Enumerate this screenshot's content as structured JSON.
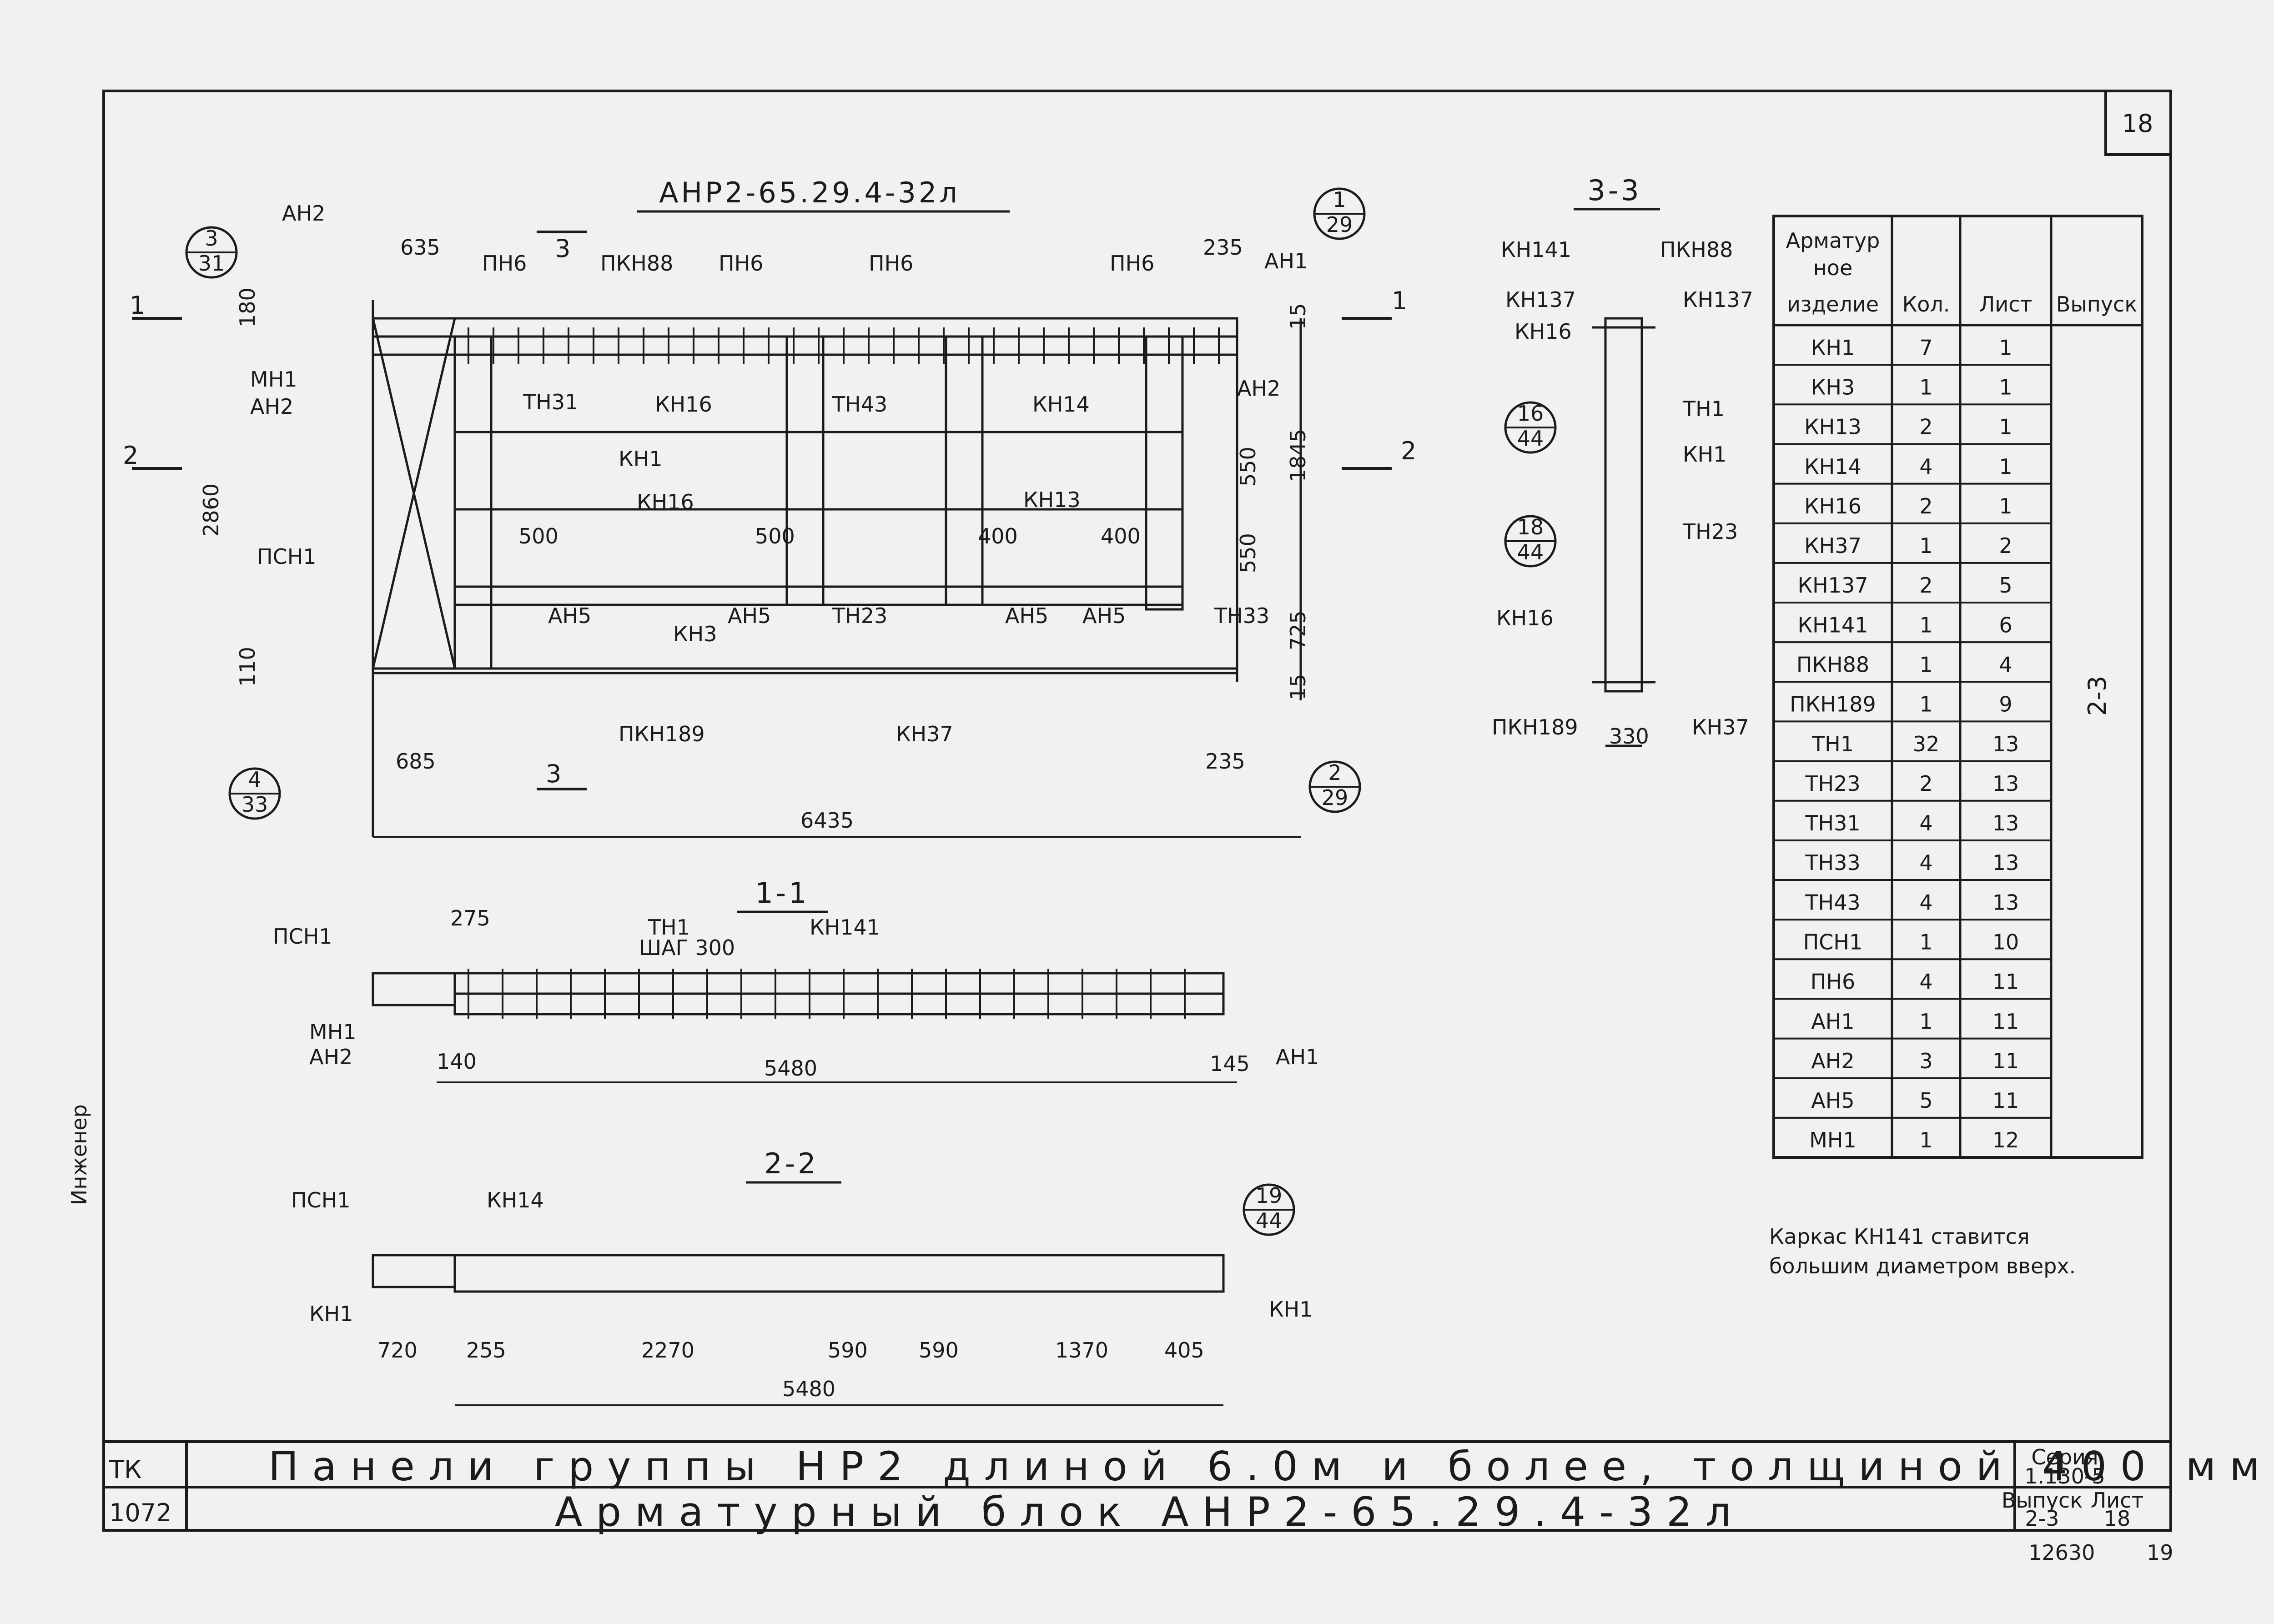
{
  "sheet_number": "18",
  "main_view": {
    "title": "АНР2-65.29.4-32л",
    "callouts": [
      {
        "top": "3",
        "bottom": "31"
      },
      {
        "top": "1",
        "bottom": "29"
      },
      {
        "top": "4",
        "bottom": "33"
      },
      {
        "top": "2",
        "bottom": "29"
      }
    ],
    "section_marks": {
      "s1": "1",
      "s2": "2",
      "s3": "3"
    },
    "labels": {
      "ah2_a": "АН2",
      "ah2_b": "АН2",
      "ah2_c": "АН2",
      "ah1": "АН1",
      "mh1": "МН1",
      "pch1": "ПСН1",
      "ph6_a": "ПН6",
      "ph6_b": "ПН6",
      "ph6_c": "ПН6",
      "ph6_d": "ПН6",
      "pkh88": "ПКН88",
      "th31": "ТН31",
      "kh16_a": "КН16",
      "th43": "ТН43",
      "kh14": "КН14",
      "kh1": "КН1",
      "kh16_b": "КН16",
      "kh13": "КН13",
      "ah5_a": "АН5",
      "ah5_b": "АН5",
      "ah5_c": "АН5",
      "ah5_d": "АН5",
      "th23": "ТН23",
      "th33": "ТН33",
      "kh3": "КН3",
      "pkh189": "ПКН189",
      "kh37": "КН37"
    },
    "dims": {
      "d635": "635",
      "d235a": "235",
      "d180": "180",
      "d15a": "15",
      "d2860": "2860",
      "d1845": "1845",
      "d550a": "550",
      "d550b": "550",
      "d725": "725",
      "d15b": "15",
      "d110": "110",
      "d500a": "500",
      "d500b": "500",
      "d400a": "400",
      "d400b": "400",
      "d685": "685",
      "d235b": "235",
      "d6435": "6435"
    }
  },
  "section_33": {
    "title": "3-3",
    "callouts": [
      {
        "top": "16",
        "bottom": "44"
      },
      {
        "top": "18",
        "bottom": "44"
      }
    ],
    "labels": {
      "kh141": "КН141",
      "pkh88": "ПКН88",
      "kh137a": "КН137",
      "kh137b": "КН137",
      "kh16a": "КН16",
      "th1": "ТН1",
      "kh1": "КН1",
      "th23": "ТН23",
      "kh16b": "КН16",
      "pkh189": "ПКН189",
      "kh37": "КН37",
      "d330": "330"
    }
  },
  "section_11": {
    "title": "1-1",
    "labels": {
      "pch1": "ПСН1",
      "d275": "275",
      "th1": "ТН1",
      "step": "ШАГ 300",
      "kh141": "КН141",
      "mh1": "МН1",
      "ah2": "АН2",
      "d140": "140",
      "d5480": "5480",
      "d145": "145",
      "ah1": "АН1"
    }
  },
  "section_22": {
    "title": "2-2",
    "callout": {
      "top": "19",
      "bottom": "44"
    },
    "labels": {
      "pch1": "ПСН1",
      "kh14": "КН14",
      "kh1a": "КН1",
      "kh1b": "КН1",
      "d720": "720",
      "d255": "255",
      "d2270": "2270",
      "d590a": "590",
      "d590b": "590",
      "d1370": "1370",
      "d405": "405",
      "d5480": "5480"
    }
  },
  "table": {
    "headers": [
      "Арматур-ное изделие",
      "Кол.",
      "Лист",
      "Выпуск"
    ],
    "header_lines": [
      "Арматур",
      "ное",
      "изделие"
    ],
    "rows": [
      [
        "КН1",
        "7",
        "1"
      ],
      [
        "КН3",
        "1",
        "1"
      ],
      [
        "КН13",
        "2",
        "1"
      ],
      [
        "КН14",
        "4",
        "1"
      ],
      [
        "КН16",
        "2",
        "1"
      ],
      [
        "КН37",
        "1",
        "2"
      ],
      [
        "КН137",
        "2",
        "5"
      ],
      [
        "КН141",
        "1",
        "6"
      ],
      [
        "ПКН88",
        "1",
        "4"
      ],
      [
        "ПКН189",
        "1",
        "9"
      ],
      [
        "ТН1",
        "32",
        "13"
      ],
      [
        "ТН23",
        "2",
        "13"
      ],
      [
        "ТН31",
        "4",
        "13"
      ],
      [
        "ТН33",
        "4",
        "13"
      ],
      [
        "ТН43",
        "4",
        "13"
      ],
      [
        "ПСН1",
        "1",
        "10"
      ],
      [
        "ПН6",
        "4",
        "11"
      ],
      [
        "АН1",
        "1",
        "11"
      ],
      [
        "АН2",
        "3",
        "11"
      ],
      [
        "АН5",
        "5",
        "11"
      ],
      [
        "МН1",
        "1",
        "12"
      ]
    ],
    "issue": "2-3"
  },
  "note": {
    "line1": "Каркас КН141 ставится",
    "line2": "большим диаметром вверх."
  },
  "title_block": {
    "code_a": "ТК",
    "code_b": "1072",
    "line1": "Панели группы НР2 длиной 6.0м и более, толщиной 400 мм",
    "line2": "Арматурный блок АНР2-65.29.4-32л",
    "series_label": "Серия",
    "series_value": "1.130-5",
    "issue_label": "Выпуск",
    "sheet_label": "Лист",
    "issue_value": "2-3",
    "sheet_value": "18",
    "stamp": "12630",
    "stamp_b": "19"
  },
  "margin_text": "Инженер"
}
